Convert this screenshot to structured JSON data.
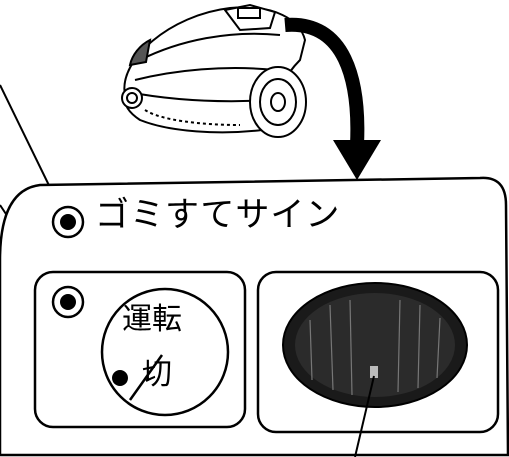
{
  "panel": {
    "dust_sign_label": "ゴミすてサイン",
    "power_button_top": "運転",
    "power_button_bottom": "切"
  },
  "colors": {
    "ink": "#000000",
    "background": "#ffffff",
    "sensor_window": "#1a1a1a"
  },
  "icons": [
    "vacuum-cleaner-illustration",
    "curved-arrow-icon",
    "indicator-lamp-icon",
    "sensor-window-icon"
  ]
}
